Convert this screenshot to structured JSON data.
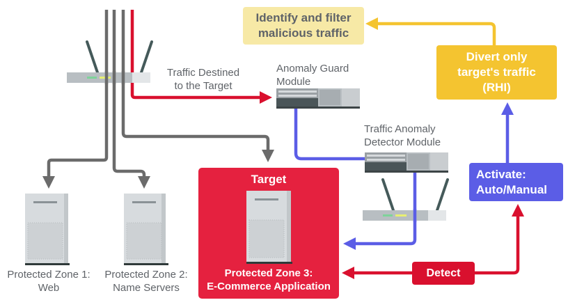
{
  "diagram": {
    "title": "Anomaly detection and mitigation flow",
    "colors": {
      "gray_line": "#6b6b6b",
      "red_line": "#d9102e",
      "blue_line": "#5b5de6",
      "yellow_line": "#f4c430",
      "filter_box": "#f7e9a6",
      "divert_box": "#f4c430",
      "activate_box": "#5b5de6",
      "target_box": "#e5213f",
      "detect_box": "#d9102e",
      "label_text": "#5f6368"
    },
    "labels": {
      "traffic_destined": [
        "Traffic Destined",
        "to the Target"
      ],
      "anomaly_guard": [
        "Anomaly Guard",
        "Module"
      ],
      "anomaly_detector": [
        "Traffic Anomaly",
        "Detector Module"
      ],
      "zone1": [
        "Protected Zone 1:",
        "Web"
      ],
      "zone2": [
        "Protected Zone 2:",
        "Name Servers"
      ]
    },
    "boxes": {
      "filter": [
        "Identify and filter",
        "malicious traffic"
      ],
      "divert": [
        "Divert only",
        "target's traffic",
        "(RHI)"
      ],
      "activate": [
        "Activate:",
        "Auto/Manual"
      ],
      "target_title": "Target",
      "target_caption": [
        "Protected Zone 3:",
        "E-Commerce Application"
      ],
      "detect": "Detect"
    },
    "icons": {
      "routers": [
        "router-icon",
        "router-icon"
      ],
      "modules": [
        "network-appliance-icon",
        "network-appliance-icon"
      ],
      "servers": [
        "server-icon",
        "server-icon",
        "server-icon"
      ]
    }
  }
}
